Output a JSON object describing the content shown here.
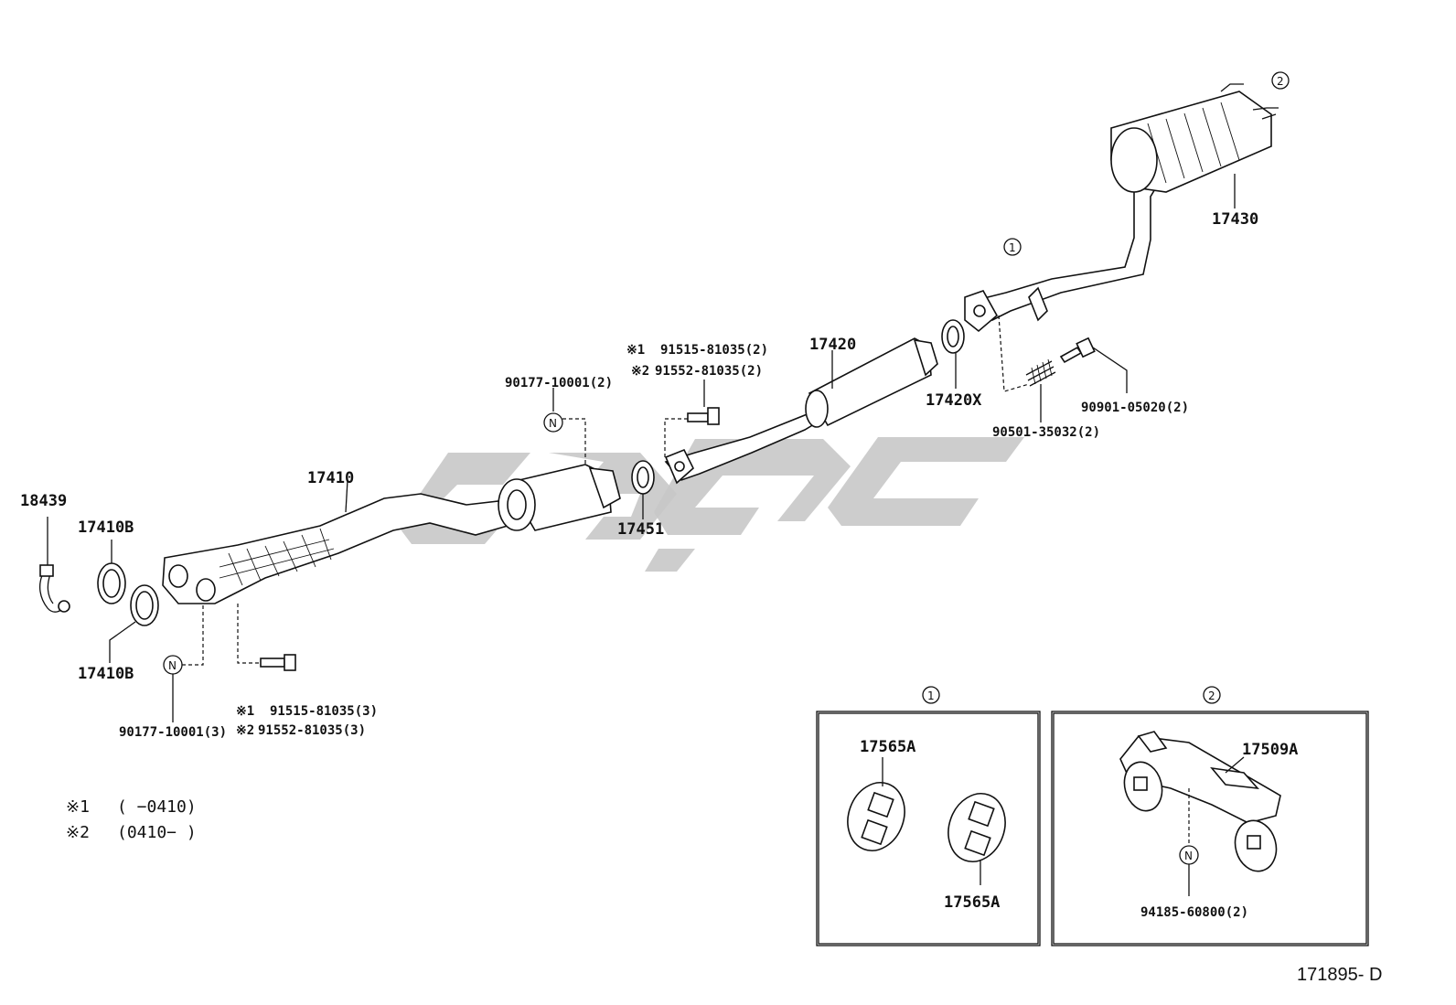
{
  "parts": {
    "p18439": "18439",
    "p17410B_a": "17410B",
    "p17410B_b": "17410B",
    "p17410": "17410",
    "p17451": "17451",
    "p17420": "17420",
    "p17420X": "17420X",
    "p17430": "17430",
    "p17565A_a": "17565A",
    "p17565A_b": "17565A",
    "p17509A": "17509A"
  },
  "fasteners": {
    "nut_front": "90177-10001(3)",
    "nut_mid": "90177-10001(2)",
    "bolt_front_1": "91515-81035(3)",
    "bolt_front_2": "91552-81035(3)",
    "bolt_mid_1": "91515-81035(2)",
    "bolt_mid_2": "91552-81035(2)",
    "spring": "90501-35032(2)",
    "bolt_rear": "90901-05020(2)",
    "nut_hanger": "94185-60800(2)"
  },
  "markers": {
    "note1": "※1",
    "note2": "※2",
    "nut_symbol": "N",
    "callout1": "1",
    "callout2": "2"
  },
  "notes": {
    "note1_range": "(      −0410)",
    "note2_range": "(0410−      )"
  },
  "reference": "171895- D"
}
